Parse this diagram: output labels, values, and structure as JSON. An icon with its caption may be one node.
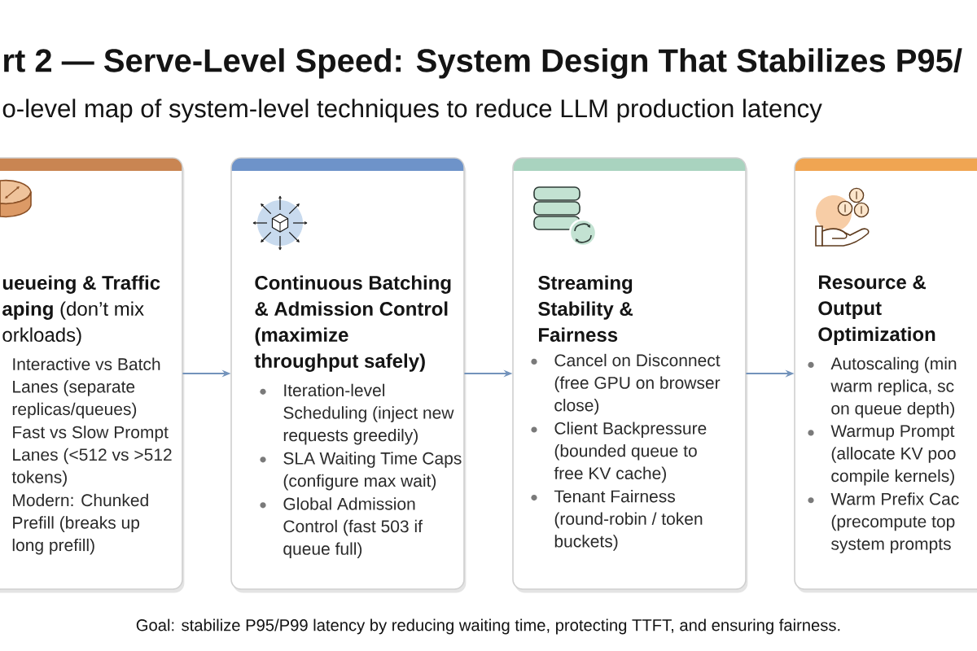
{
  "diagram": {
    "title": "rt 2 — Serve-Level Speed: System Design That Stabilizes P95/",
    "caption": "Goal: stabilize P95/P99 latency by reducing waiting time, protecting TTFT, and ensuring fairness.",
    "nodes": [
      {
        "text": [
          "**ueueing & Traffic aping** (don’t mix orkloads)",
          "Interactive vs Batch Lanes (separate replicas/queues)",
          "Fast vs Slow Prompt Lanes (<512 vs >512 tokens)",
          "Modern: Chunked Prefill (breaks up long prefill)"
        ]
      },
      {
        "text": [
          "Continuous Batching & Admission Control (maximize throughput safely)",
          "Iteration-level Scheduling (inject new requests greedily)",
          "SLA Waiting Time Caps (configure max wait)",
          "Global Admission Control (fast 503 if queue full)"
        ]
      },
      {
        "text": [
          "Streaming Stability & Fairness",
          "Cancel on Disconnect (free GPU on browser close)",
          "Client Backpressure (bounded queue to free KV cache)",
          "Tenant Fairness (round-robin / token buckets)"
        ]
      },
      {
        "text": [
          "Resource & Output Optimization",
          "Autoscaling (min warm replica, sc on queue depth)",
          "Warmup Prompt (allocate KV poo compile kernels)",
          "Warm Prefix Cac (precompute top system prompts"
        ]
      }
    ],
    "edges": [
      {
        "from": 0,
        "to": 1,
        "arrow": "to"
      },
      {
        "from": 1,
        "to": 2,
        "arrow": "to"
      },
      {
        "from": 2,
        "to": 3,
        "arrow": "to"
      }
    ],
    "labels": [
      "o-level map of system-level techniques to reduce LLM production latency"
    ]
  }
}
